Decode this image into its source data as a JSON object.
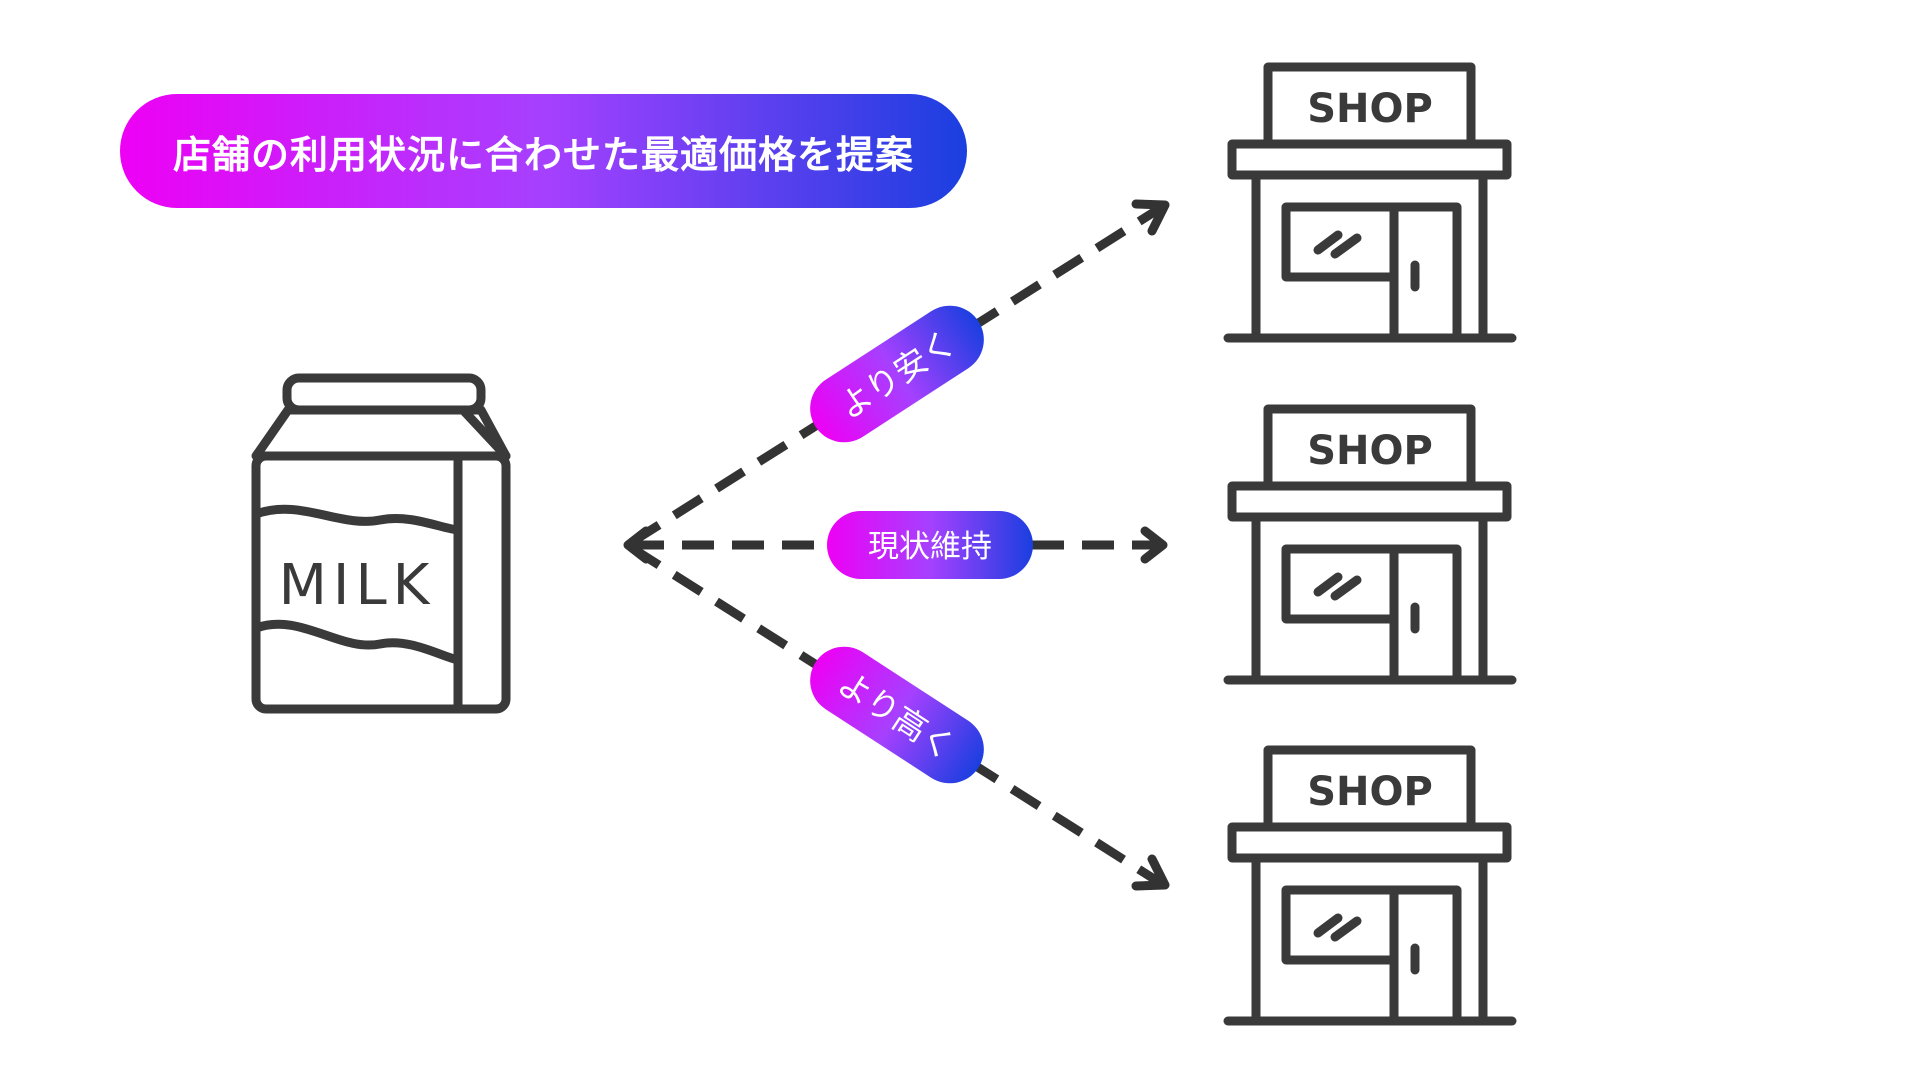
{
  "title": "店舗の利用状況に合わせた最適価格を提案",
  "product": {
    "label": "MILK",
    "icon": "milk-carton-icon"
  },
  "shops": [
    {
      "label": "SHOP",
      "icon": "storefront-icon"
    },
    {
      "label": "SHOP",
      "icon": "storefront-icon"
    },
    {
      "label": "SHOP",
      "icon": "storefront-icon"
    }
  ],
  "options": [
    {
      "label": "より安く"
    },
    {
      "label": "現状維持"
    },
    {
      "label": "より高く"
    }
  ],
  "colors": {
    "gradient_start": "#ee00f5",
    "gradient_mid": "#a640ff",
    "gradient_end": "#1a3fe0",
    "line": "#333333",
    "icon": "#3a3a3a",
    "background": "#ffffff"
  }
}
